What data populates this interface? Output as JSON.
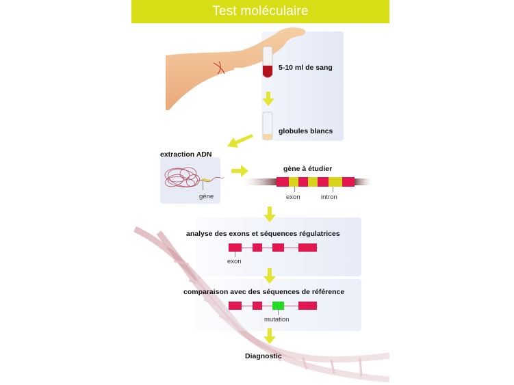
{
  "header": {
    "title": "Test moléculaire"
  },
  "labels": {
    "blood": "5-10 ml de sang",
    "white_cells": "globules blancs",
    "dna_extraction": "extraction ADN",
    "gene_small": "gène",
    "gene_to_study": "gène à étudier",
    "exon": "exon",
    "intron": "intron",
    "analysis": "analyse des exons et séquences régulatrices",
    "exon2": "exon",
    "comparison": "comparaison avec des séquences de référence",
    "mutation": "mutation",
    "diagnostic": "Diagnostic"
  },
  "colors": {
    "header": "#d7de16",
    "exon": "#e3174f",
    "intron": "#d9d31b",
    "mutation": "#22dd22",
    "arrow": "#e2e632",
    "panel": "#e9edf8"
  }
}
